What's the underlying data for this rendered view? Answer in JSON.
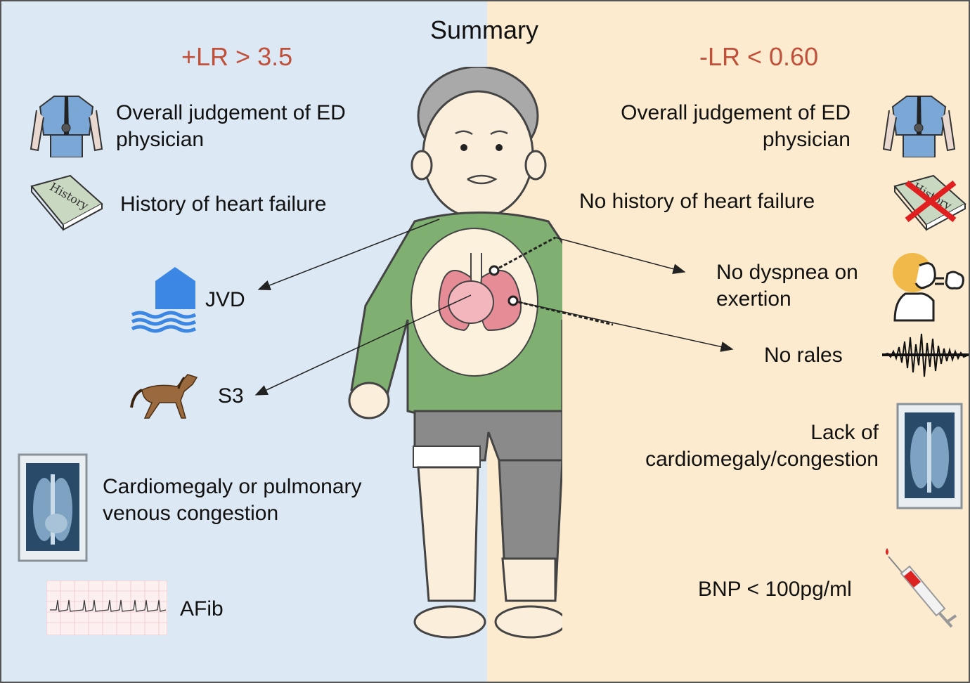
{
  "title": "Summary",
  "left": {
    "header": "+LR > 3.5",
    "items": [
      {
        "label_line1": "Overall judgement of ED",
        "label_line2": "physician",
        "icon": "physician-icon"
      },
      {
        "label": "History of heart failure",
        "icon": "history-book-icon"
      },
      {
        "label": "JVD",
        "icon": "flood-house-icon"
      },
      {
        "label": "S3",
        "icon": "horse-icon"
      },
      {
        "label_line1": "Cardiomegaly or pulmonary",
        "label_line2": "venous congestion",
        "icon": "xray-icon"
      },
      {
        "label": "AFib",
        "icon": "ecg-icon"
      }
    ]
  },
  "right": {
    "header": "-LR < 0.60",
    "items": [
      {
        "label_line1": "Overall judgement of ED",
        "label_line2": "physician",
        "icon": "physician-icon"
      },
      {
        "label": "No history of heart failure",
        "icon": "crossed-history-book-icon"
      },
      {
        "label_line1": "No dyspnea on",
        "label_line2": "exertion",
        "icon": "breathing-person-icon"
      },
      {
        "label": "No rales",
        "icon": "sound-wave-icon"
      },
      {
        "label_line1": "Lack of",
        "label_line2": "cardiomegaly/congestion",
        "icon": "xray-icon"
      },
      {
        "label": "BNP < 100pg/ml",
        "icon": "syringe-icon"
      }
    ]
  },
  "colors": {
    "left_bg": "#dce8f3",
    "right_bg": "#fcebcf",
    "header": "#c0503a",
    "shirt": "#7fb071",
    "lungs": "#e58c96",
    "water": "#3b87e3"
  }
}
